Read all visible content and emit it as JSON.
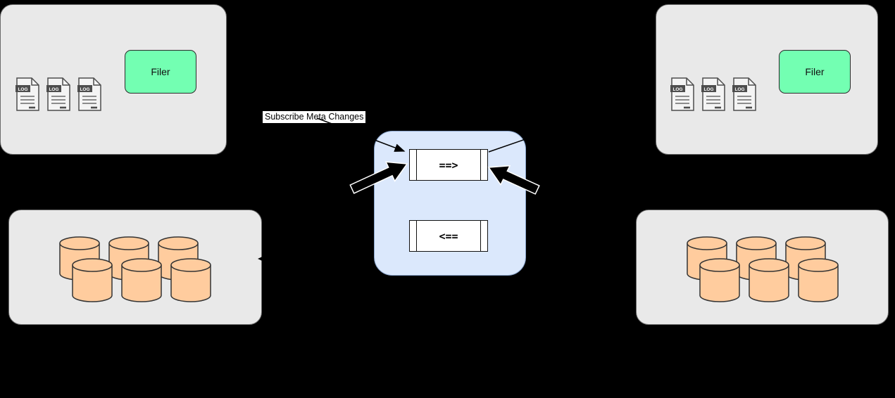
{
  "colors": {
    "canvas_bg": "#000000",
    "cluster_fill": "#e9e9e9",
    "cluster_border": "#6b6b6b",
    "filer_fill": "#73ffb2",
    "filer_border": "#2b2b2b",
    "queue_panel_fill": "#dbe8fc",
    "queue_panel_border": "#8aa5cc",
    "queue_fill": "#ffffff",
    "queue_border": "#111111",
    "cylinder_fill": "#ffcc9e",
    "cylinder_border": "#333333",
    "doc_fill": "#f4f4f4",
    "doc_border": "#4d4d4d",
    "arrow_fill": "#000000",
    "arrow_outline": "#ffffff"
  },
  "left_cluster": {
    "filer_label": "Filer",
    "log_badge": "LOG"
  },
  "right_cluster": {
    "filer_label": "Filer",
    "log_badge": "LOG"
  },
  "message_queue": {
    "forward_label": "==>",
    "backward_label": "<=="
  },
  "annotations": {
    "subscribe_label": "Subscribe Meta Changes"
  }
}
